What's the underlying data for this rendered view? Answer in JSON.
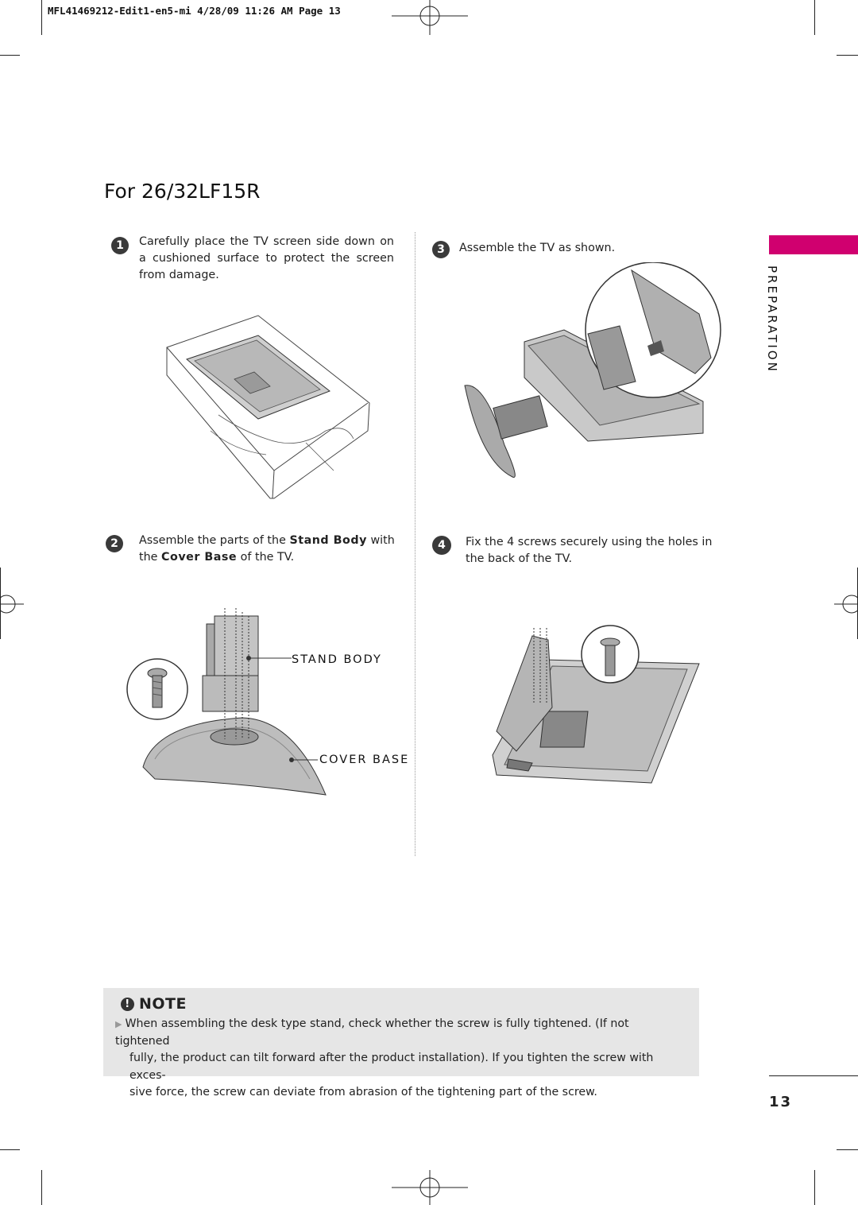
{
  "header": {
    "slug": "MFL41469212-Edit1-en5-mi  4/28/09 11:26 AM  Page 13"
  },
  "title": "For 26/32LF15R",
  "section_tab": "PREPARATION",
  "steps": [
    {
      "number": "1",
      "text": "Carefully place the TV screen side down on a cushioned surface to protect the screen from damage."
    },
    {
      "number": "2",
      "text_a": "Assemble the parts of the ",
      "bold_a": "Stand Body",
      "text_b": " with",
      "text_c": "the ",
      "bold_b": "Cover Base",
      "text_d": " of the TV."
    },
    {
      "number": "3",
      "text": "Assemble the TV as shown."
    },
    {
      "number": "4",
      "text": "Fix the 4 screws securely using the holes in the back of the TV."
    }
  ],
  "labels": {
    "stand_body": "STAND BODY",
    "cover_base": "COVER BASE"
  },
  "note": {
    "title": "NOTE",
    "icon": "!",
    "bullet": "▶",
    "line1": "When assembling the desk type stand, check whether the screw is fully tightened. (If not tightened",
    "line2": "fully, the product can tilt forward after the product installation). If you tighten the screw with exces-",
    "line3": "sive force, the screw can deviate from abrasion of the tightening part of the screw."
  },
  "page_number": "13",
  "colors": {
    "accent": "#d0006f",
    "note_bg": "#e6e6e6"
  }
}
